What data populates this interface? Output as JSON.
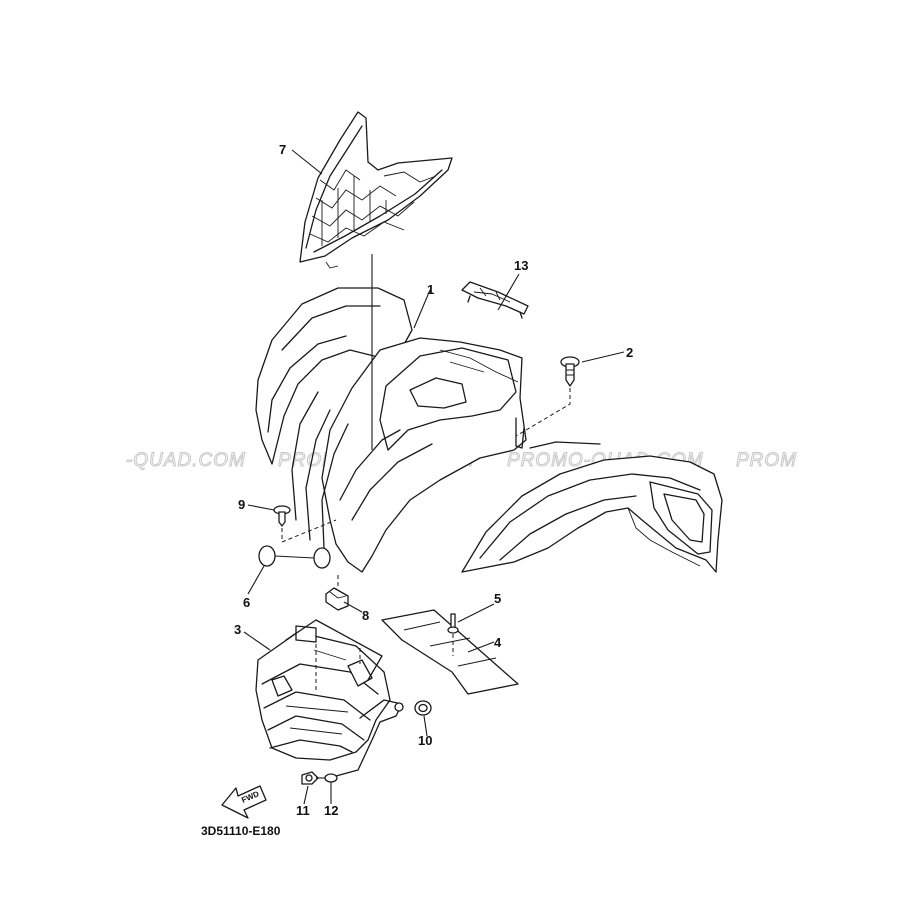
{
  "diagram_code": "3D51110-E180",
  "watermark": {
    "left": "-QUAD.COM",
    "center": "PROMO-QUAD.COM",
    "right": "PROMO-QUAD.COM",
    "far_right": "PROM"
  },
  "fwd_label": "FWD",
  "callouts": [
    "1",
    "2",
    "3",
    "4",
    "5",
    "6",
    "7",
    "8",
    "9",
    "10",
    "11",
    "12",
    "13"
  ]
}
